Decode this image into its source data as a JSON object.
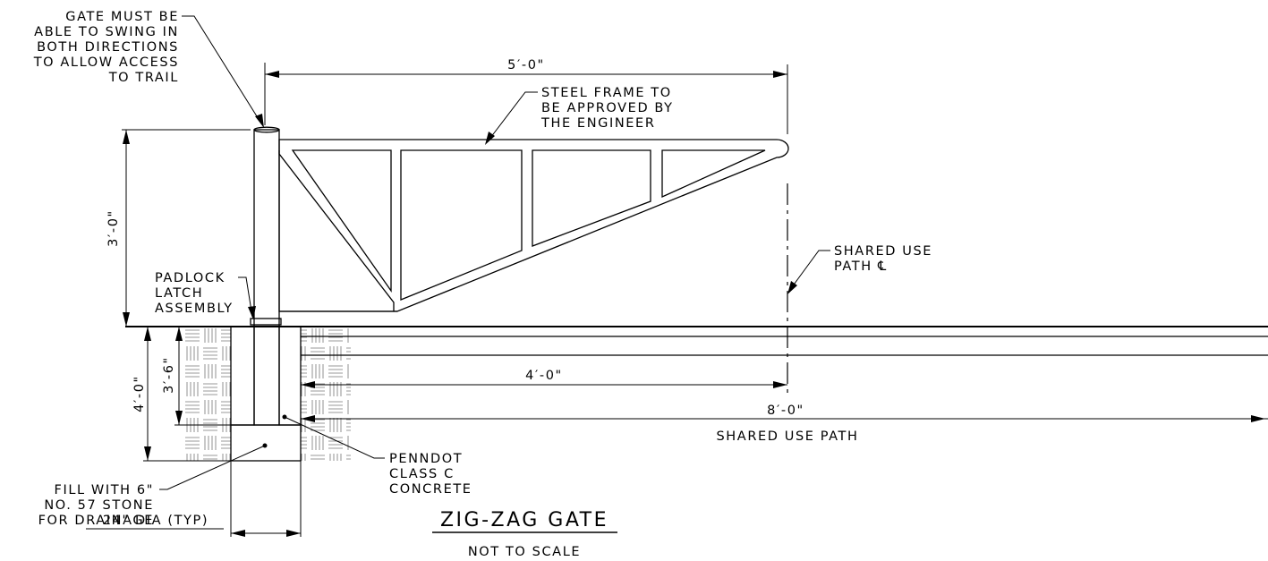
{
  "title": "ZIG-ZAG GATE",
  "subtitle": "NOT TO SCALE",
  "notes": {
    "gate_swing": [
      "GATE MUST BE",
      "ABLE TO SWING IN",
      "BOTH DIRECTIONS",
      "TO ALLOW ACCESS",
      "TO TRAIL"
    ],
    "steel_frame": [
      "STEEL FRAME TO",
      "BE APPROVED BY",
      "THE ENGINEER"
    ],
    "padlock": [
      "PADLOCK",
      "LATCH",
      "ASSEMBLY"
    ],
    "centerline": [
      "SHARED USE",
      "PATH ℄"
    ],
    "concrete": [
      "PENNDOT",
      "CLASS C",
      "CONCRETE"
    ],
    "stone": [
      "FILL WITH 6\"",
      "NO. 57 STONE",
      "FOR DRAINAGE"
    ]
  },
  "dimensions": {
    "gate_length": "5′-0\"",
    "gate_height": "3′-0\"",
    "post_depth": "3′-6\"",
    "footing_depth": "4′-0\"",
    "post_to_centerline": "4′-0\"",
    "path_width": "8′-0\"",
    "path_width_label": "SHARED USE PATH",
    "footing_dia": "24\" DIA (TYP)"
  }
}
